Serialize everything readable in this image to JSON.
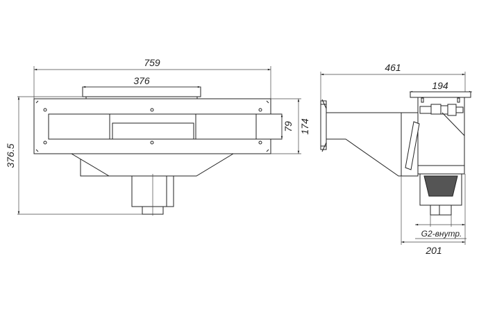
{
  "front_view": {
    "dim_overall_width": "759",
    "dim_top_plate_width": "376",
    "dim_slot_height": "79",
    "dim_flange_height": "174",
    "dim_total_height": "376.5"
  },
  "side_view": {
    "dim_overall_depth": "461",
    "dim_top_plate_width": "194",
    "dim_connection": "G2-внутр.",
    "dim_body_width": "201"
  },
  "colors": {
    "line": "#222222",
    "background": "#ffffff"
  }
}
